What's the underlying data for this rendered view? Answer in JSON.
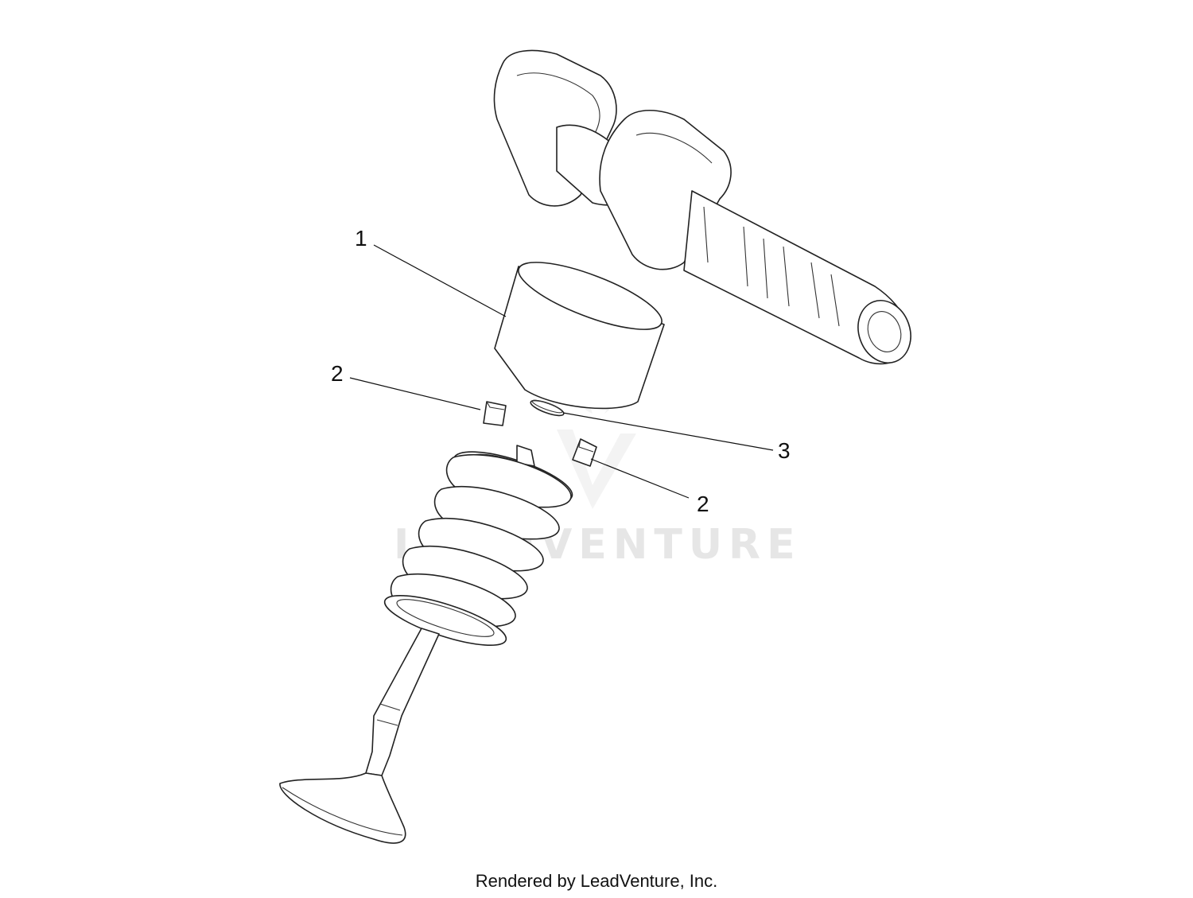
{
  "diagram": {
    "callouts": [
      {
        "id": "c1",
        "label": "1"
      },
      {
        "id": "c2a",
        "label": "2"
      },
      {
        "id": "c3",
        "label": "3"
      },
      {
        "id": "c2b",
        "label": "2"
      }
    ],
    "watermark": "LEADVENTURE",
    "footer": "Rendered by LeadVenture, Inc."
  }
}
